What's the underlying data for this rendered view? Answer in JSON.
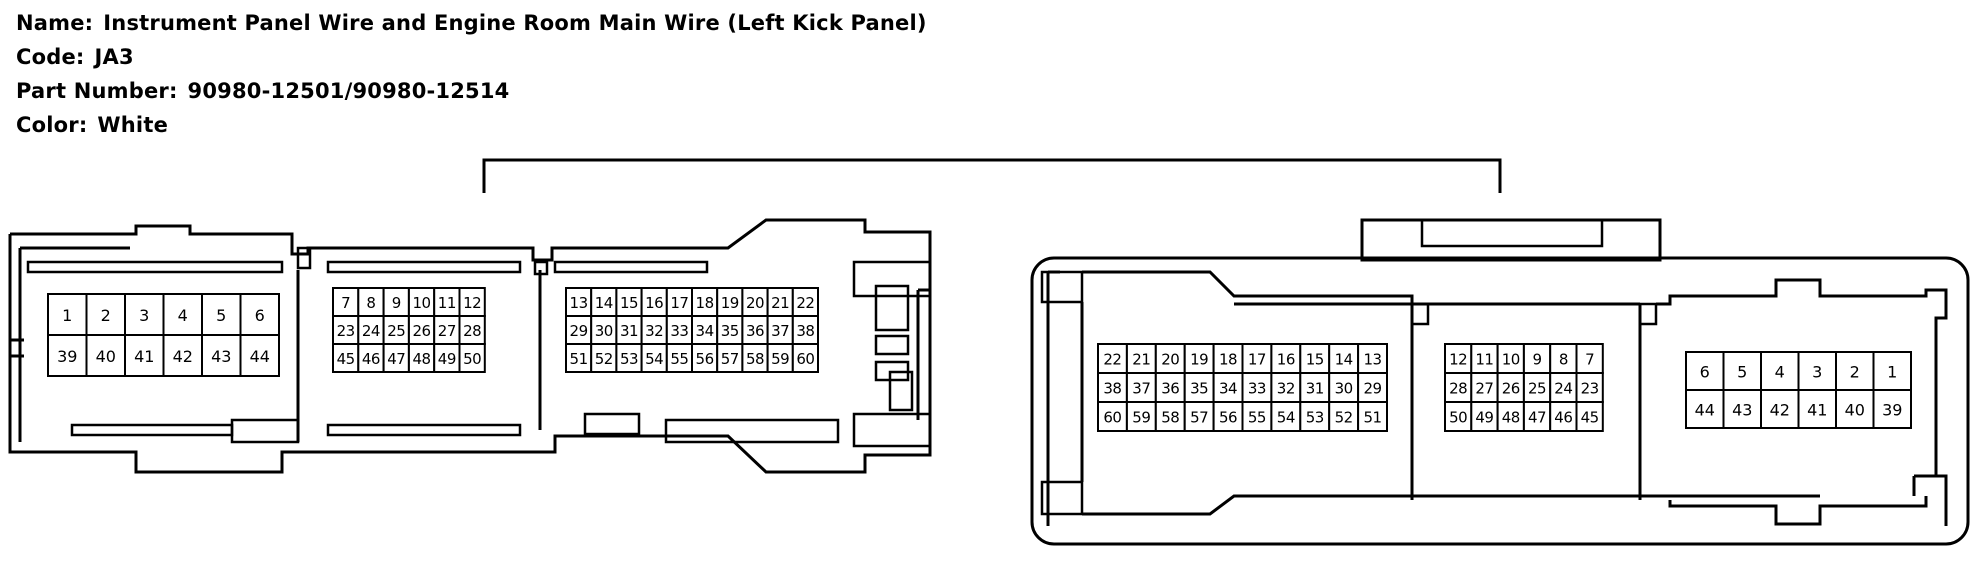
{
  "info": {
    "name_label": "Name:",
    "name_value": "Instrument Panel Wire and Engine Room Main Wire (Left Kick Panel)",
    "code_label": "Code:",
    "code_value": "JA3",
    "part_label": "Part Number:",
    "part_value": "90980-12501/90980-12514",
    "color_label": "Color:",
    "color_value": "White"
  },
  "connectors": {
    "left": {
      "group1": [
        [
          "1",
          "2",
          "3",
          "4",
          "5",
          "6"
        ],
        [
          "39",
          "40",
          "41",
          "42",
          "43",
          "44"
        ]
      ],
      "group2": [
        [
          "7",
          "8",
          "9",
          "10",
          "11",
          "12"
        ],
        [
          "23",
          "24",
          "25",
          "26",
          "27",
          "28"
        ],
        [
          "45",
          "46",
          "47",
          "48",
          "49",
          "50"
        ]
      ],
      "group3": [
        [
          "13",
          "14",
          "15",
          "16",
          "17",
          "18",
          "19",
          "20",
          "21",
          "22"
        ],
        [
          "29",
          "30",
          "31",
          "32",
          "33",
          "34",
          "35",
          "36",
          "37",
          "38"
        ],
        [
          "51",
          "52",
          "53",
          "54",
          "55",
          "56",
          "57",
          "58",
          "59",
          "60"
        ]
      ]
    },
    "right": {
      "group1": [
        [
          "22",
          "21",
          "20",
          "19",
          "18",
          "17",
          "16",
          "15",
          "14",
          "13"
        ],
        [
          "38",
          "37",
          "36",
          "35",
          "34",
          "33",
          "32",
          "31",
          "30",
          "29"
        ],
        [
          "60",
          "59",
          "58",
          "57",
          "56",
          "55",
          "54",
          "53",
          "52",
          "51"
        ]
      ],
      "group2": [
        [
          "12",
          "11",
          "10",
          "9",
          "8",
          "7"
        ],
        [
          "28",
          "27",
          "26",
          "25",
          "24",
          "23"
        ],
        [
          "50",
          "49",
          "48",
          "47",
          "46",
          "45"
        ]
      ],
      "group3": [
        [
          "6",
          "5",
          "4",
          "3",
          "2",
          "1"
        ],
        [
          "44",
          "43",
          "42",
          "41",
          "40",
          "39"
        ]
      ]
    }
  }
}
